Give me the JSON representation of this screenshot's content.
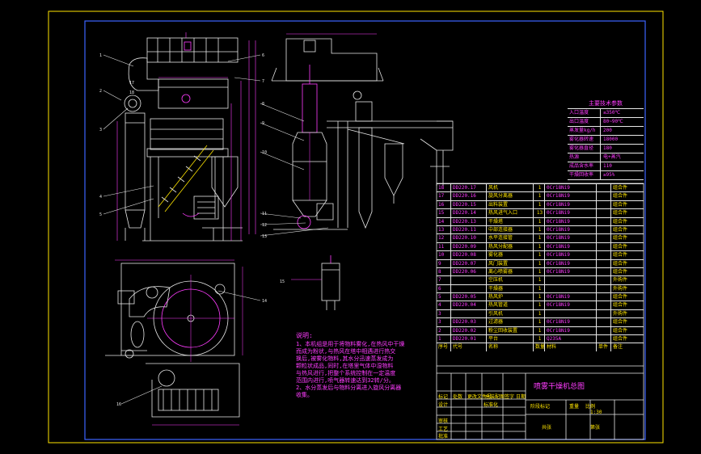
{
  "notes": {
    "title": "说明:",
    "lines": [
      "1、本机组是用于将物料雾化,在热风中干燥",
      "而成为粉状,与热风在塔中相遇进行热交",
      "换后,被雾化物料,其水分迅速蒸发成为",
      "颗粒状成品,同时,在塔里气体中湿物料",
      "与热风进行,把整个系统控制在一定温度",
      "范围内进行,喷气器转速达到32转/分。",
      "2、水分蒸发后与物料分离进入旋风分离器",
      "收集。"
    ]
  },
  "spec": {
    "title": "主要技术参数",
    "rows": [
      {
        "k": "入口温度",
        "v": "≤350℃"
      },
      {
        "k": "出口温度",
        "v": "80~90℃"
      },
      {
        "k": "蒸发量kg/h",
        "v": "200"
      },
      {
        "k": "雾化器转速",
        "v": "18000"
      },
      {
        "k": "雾化器直径",
        "v": "180"
      },
      {
        "k": "热源",
        "v": "电+蒸汽"
      },
      {
        "k": "成品含水率",
        "v": "110"
      },
      {
        "k": "干燥回收率",
        "v": "≥95%"
      }
    ]
  },
  "parts": {
    "rows": [
      {
        "n": "18",
        "code": "DD220.17",
        "name": "风机",
        "q": "1",
        "mat": "0Cr18Ni9",
        "e2": "组合件"
      },
      {
        "n": "17",
        "code": "DD220.16",
        "name": "旋风分离器",
        "q": "1",
        "mat": "0Cr18Ni9",
        "e2": "组合件"
      },
      {
        "n": "16",
        "code": "DD220.15",
        "name": "出料装置",
        "q": "1",
        "mat": "0Cr18Ni9",
        "e2": "组合件"
      },
      {
        "n": "15",
        "code": "DD220.14",
        "name": "热风进气入口",
        "q": "13",
        "mat": "0Cr18Ni9",
        "e2": "组合件"
      },
      {
        "n": "14",
        "code": "DD220.13",
        "name": "干燥塔",
        "q": "1",
        "mat": "0Cr18Ni9",
        "e2": "组合件"
      },
      {
        "n": "13",
        "code": "DD220.11",
        "name": "中部连接器",
        "q": "1",
        "mat": "0Cr18Ni9",
        "e2": "组合件"
      },
      {
        "n": "12",
        "code": "DD220.10",
        "name": "水平连接管",
        "q": "1",
        "mat": "0Cr18Ni9",
        "e2": "组合件"
      },
      {
        "n": "11",
        "code": "DD220.09",
        "name": "热风分配器",
        "q": "1",
        "mat": "0Cr18Ni9",
        "e2": "组合件"
      },
      {
        "n": "10",
        "code": "DD220.08",
        "name": "雾化器",
        "q": "1",
        "mat": "0Cr18Ni9",
        "e2": "组合件"
      },
      {
        "n": "9",
        "code": "DD220.07",
        "name": "风门装置",
        "q": "1",
        "mat": "0Cr18Ni9",
        "e2": "组合件"
      },
      {
        "n": "8",
        "code": "DD220.06",
        "name": "离心喷雾器",
        "q": "1",
        "mat": "0Cr18Ni9",
        "e2": "组合件"
      },
      {
        "n": "7",
        "code": "",
        "name": "空压机",
        "q": "1",
        "mat": "",
        "e2": "外购件"
      },
      {
        "n": "6",
        "code": "",
        "name": "干燥器",
        "q": "1",
        "mat": "",
        "e2": "外购件"
      },
      {
        "n": "5",
        "code": "DD220.05",
        "name": "热风炉",
        "q": "1",
        "mat": "0Cr18Ni9",
        "e2": "组合件"
      },
      {
        "n": "4",
        "code": "DD220.04",
        "name": "热风管道",
        "q": "1",
        "mat": "0Cr18Ni9",
        "e2": "组合件"
      },
      {
        "n": "3",
        "code": "",
        "name": "引风机",
        "q": "1",
        "mat": "",
        "e2": "外购件"
      },
      {
        "n": "3",
        "code": "DD220.03",
        "name": "过滤器",
        "q": "1",
        "mat": "0Cr18Ni9",
        "e2": "组合件"
      },
      {
        "n": "2",
        "code": "DD220.02",
        "name": "粉尘回收装置",
        "q": "1",
        "mat": "0Cr18Ni9",
        "e2": "组合件"
      },
      {
        "n": "1",
        "code": "DD220.01",
        "name": "平台",
        "q": "1",
        "mat": "Q235A",
        "e2": "组合件"
      }
    ],
    "header": {
      "n": "序号",
      "code": "代号",
      "name": "名称",
      "q": "数量",
      "mat": "材料",
      "e1": "单件",
      "e2": "备注"
    }
  },
  "title_block": {
    "drawing_title": "喷雾干燥机总图",
    "labels": [
      "标记",
      "处数",
      "更改文件号",
      "签字",
      "日期",
      "设计",
      "标准化",
      "审核",
      "工艺",
      "批准",
      "阶段标记",
      "重量",
      "比例",
      "共张",
      "第张",
      "总装配图"
    ],
    "scale": "1:30"
  },
  "colors": {
    "background": "#000000",
    "frame": "#ffe500",
    "lines": "#ffffff",
    "labels": "#ff3cff",
    "blue": "#3c64ff"
  },
  "leaders": [
    "1",
    "2",
    "3",
    "4",
    "5",
    "6",
    "7",
    "8",
    "9",
    "10",
    "11",
    "12",
    "13",
    "14",
    "15",
    "16",
    "17",
    "18"
  ]
}
